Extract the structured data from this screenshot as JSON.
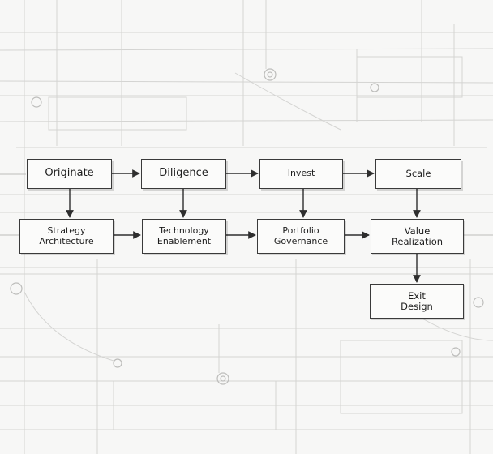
{
  "nodes": {
    "originate": "Originate",
    "diligence": "Diligence",
    "invest": "Invest",
    "scale": "Scale",
    "strategy_architecture": "Strategy\nArchitecture",
    "technology_enablement": "Technology\nEnablement",
    "portfolio_governance": "Portfolio\nGovernance",
    "value_realization": "Value\nRealization",
    "exit_design": "Exit\nDesign"
  }
}
